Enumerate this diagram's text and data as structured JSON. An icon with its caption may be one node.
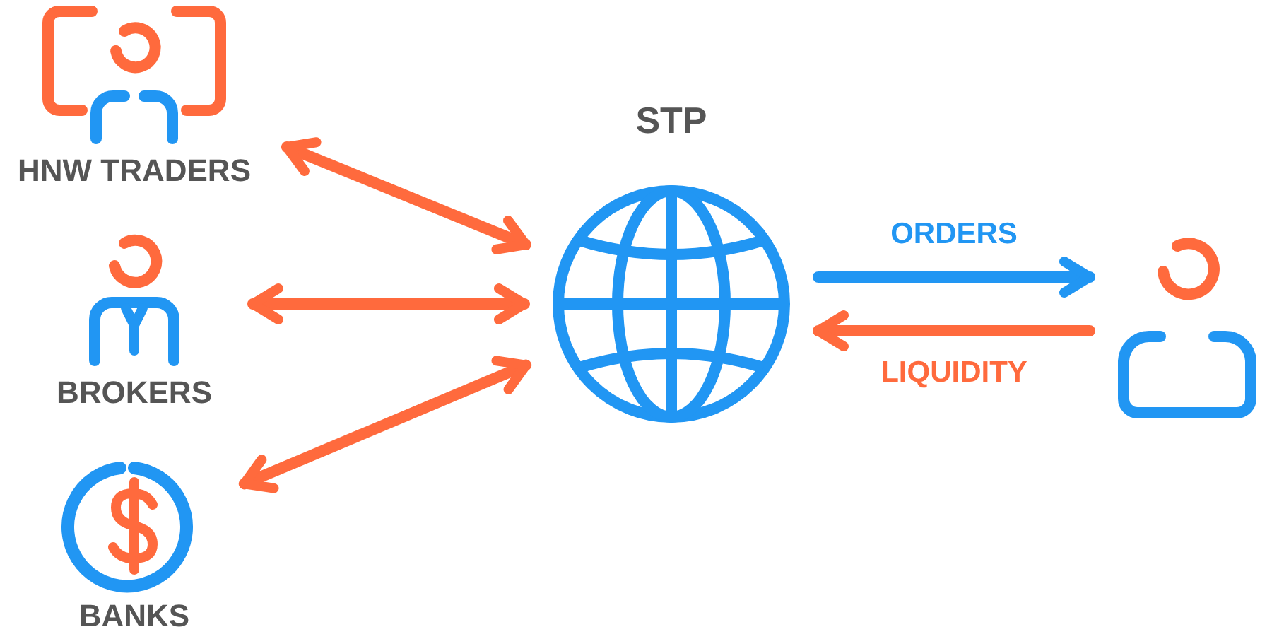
{
  "diagram": {
    "nodes": [
      {
        "text": [
          "HNW TRADERS"
        ]
      },
      {
        "text": [
          "BROKERS"
        ]
      },
      {
        "text": [
          "BANKS"
        ]
      },
      {
        "text": [
          "STP"
        ]
      },
      {
        "text": [],
        "shape": "person"
      }
    ],
    "edges": [
      {
        "from": 0,
        "to": 3,
        "arrow": "both"
      },
      {
        "from": 1,
        "to": 3,
        "arrow": "both"
      },
      {
        "from": 2,
        "to": 3,
        "arrow": "both"
      },
      {
        "from": 3,
        "to": 4,
        "arrow": "to",
        "label": "ORDERS",
        "color": "#2196f3"
      },
      {
        "from": 4,
        "to": 3,
        "arrow": "to",
        "label": "LIQUIDITY"
      }
    ]
  }
}
